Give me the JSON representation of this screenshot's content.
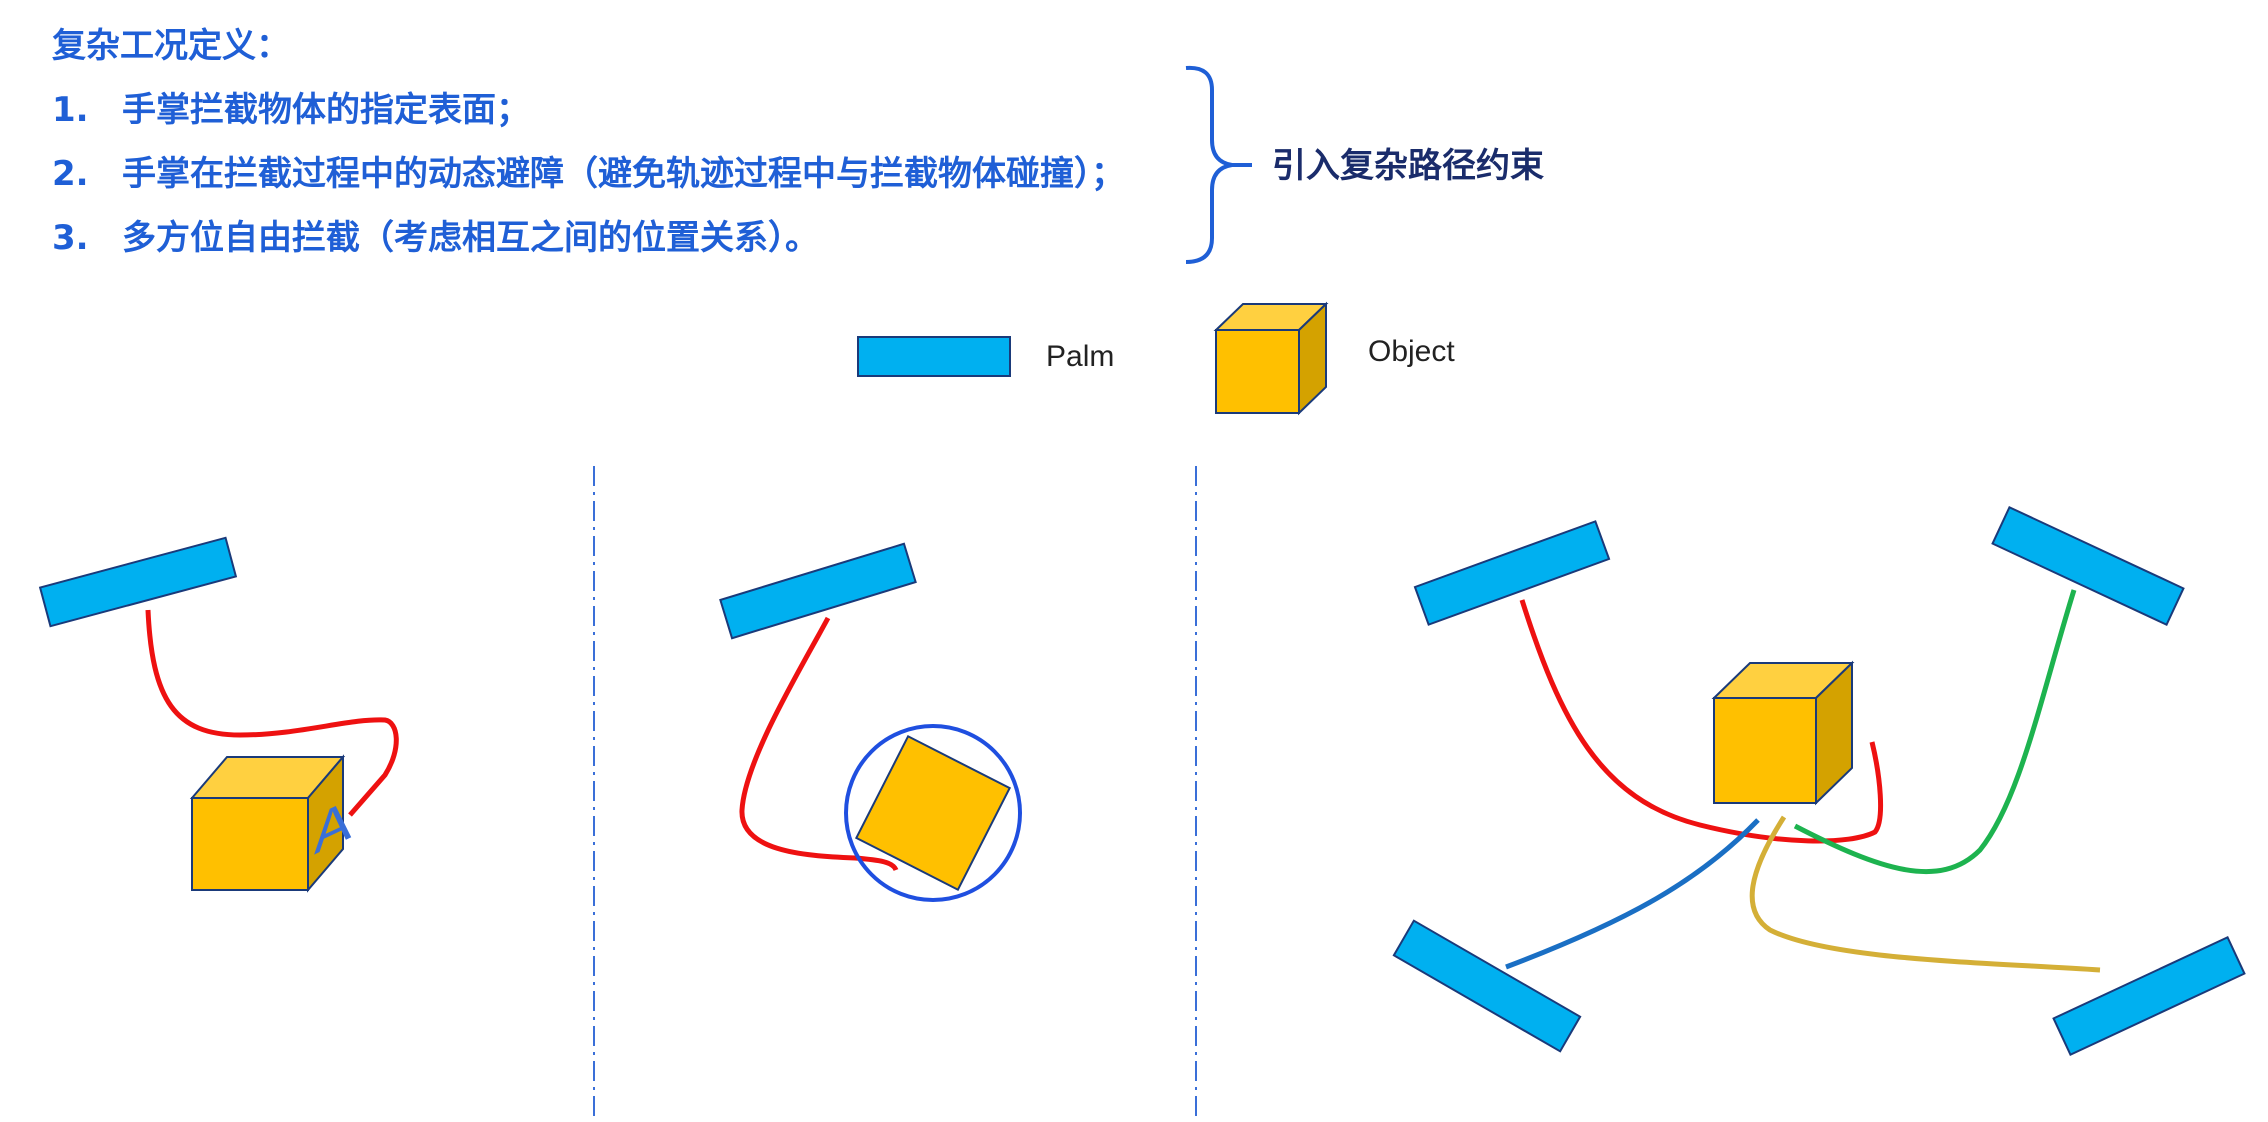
{
  "header": {
    "heading": "复杂工况定义：",
    "items": [
      {
        "num": "1.",
        "text": "手掌拦截物体的指定表面；"
      },
      {
        "num": "2.",
        "text": "手掌在拦截过程中的动态避障（避免轨迹过程中与拦截物体碰撞）；"
      },
      {
        "num": "3.",
        "text": "多方位自由拦截（考虑相互之间的位置关系）。"
      }
    ],
    "brace_label": "引入复杂路径约束"
  },
  "legend": {
    "palm_label": "Palm",
    "object_label": "Object"
  },
  "scenes": {
    "face_letter": "A"
  },
  "colors": {
    "palm_fill": "#00b0f0",
    "cube_front": "#ffc000",
    "cube_top": "#ffd040",
    "cube_side": "#d4a200",
    "heading_text": "#1f5fd6",
    "trajectory_red": "#ee1111",
    "trajectory_green": "#1db34f",
    "trajectory_blue": "#1a6fc4",
    "trajectory_gold": "#d4af37",
    "divider": "#3a6fd8",
    "circle": "#1f4fe0"
  }
}
